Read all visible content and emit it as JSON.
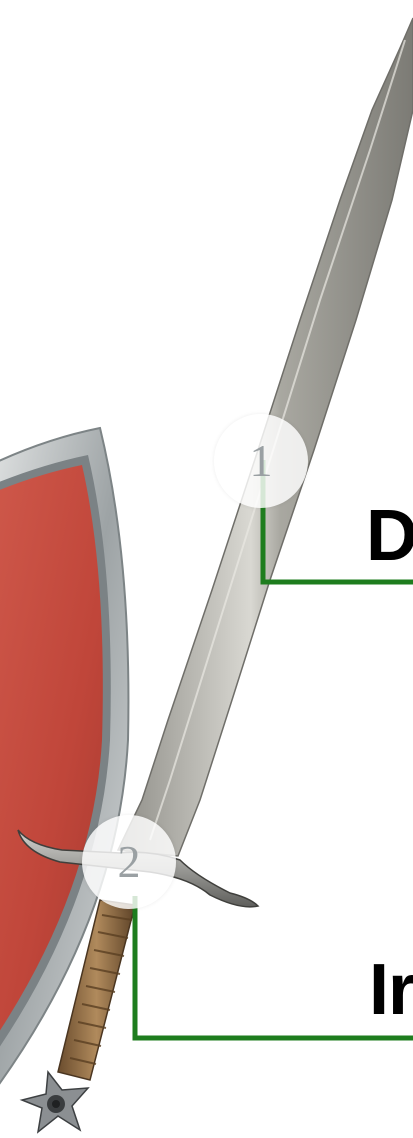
{
  "callouts": [
    {
      "number": "1",
      "label": "D"
    },
    {
      "number": "2",
      "label": "Ir"
    }
  ],
  "colors": {
    "leader_line": "#1e7d1e",
    "shield_face": "#c44a3e",
    "shield_rim": "#a9aeb0",
    "blade": "#b3b2ab",
    "grip": "#8a6a45"
  },
  "images": {
    "shield": "shield-illustration",
    "sword": "sword-illustration"
  }
}
